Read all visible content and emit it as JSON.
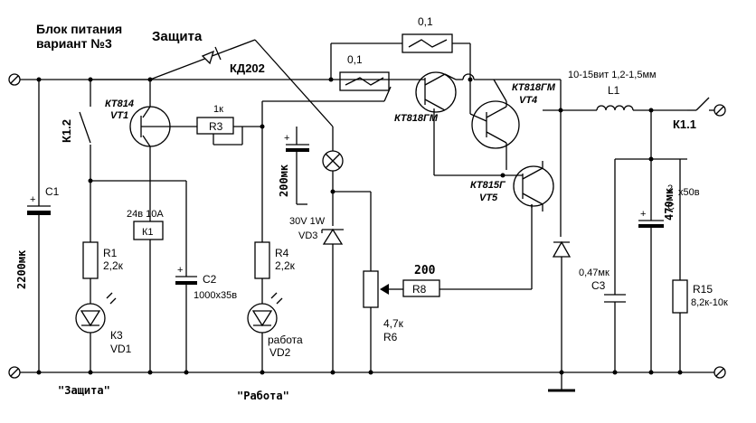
{
  "title": {
    "line1": "Блок питания",
    "line2": "вариант №3"
  },
  "protection_title": "Защита",
  "diode_protect": "КД202",
  "vt1": {
    "type": "КТ814",
    "name": "VT1"
  },
  "r3": {
    "name": "R3",
    "value": "1к"
  },
  "k12": "К1.2",
  "c1": {
    "name": "C1",
    "value": "2200мк"
  },
  "k1": {
    "name": "К1",
    "rating": "24в 10А"
  },
  "c2": {
    "name": "C2",
    "value": "1000х35в"
  },
  "r1": {
    "name": "R1",
    "value": "2,2к"
  },
  "vd1": {
    "name": "VD1",
    "color": "К3"
  },
  "c_lamp": "200мк",
  "r4": {
    "name": "R4",
    "value": "2,2к"
  },
  "vd2": {
    "name": "VD2",
    "label": "работа"
  },
  "vd3": {
    "name": "VD3",
    "rating": "30V 1W"
  },
  "r6": {
    "name": "R6",
    "value": "4,7к"
  },
  "r8": {
    "name": "R8",
    "value": "200"
  },
  "shunt1": "0,1",
  "shunt2": "0,1",
  "vt2": {
    "type": "КТ818ГМ"
  },
  "vt4": {
    "type": "КТ818ГМ",
    "name": "VT4"
  },
  "vt5": {
    "type": "КТ815Г",
    "name": "VT5"
  },
  "l1": {
    "name": "L1",
    "spec": "10-15вит 1,2-1,5мм"
  },
  "k11": "К1.1",
  "c3": {
    "name": "C3",
    "value": "0,47мк"
  },
  "c4": {
    "value": "470мк",
    "rating": "х50в",
    "mark": "2",
    "name_partial": "С"
  },
  "r15": {
    "name": "R15",
    "value": "8,2к-10к"
  },
  "label_protect": "\"Защита\"",
  "label_work": "\"Работа\""
}
